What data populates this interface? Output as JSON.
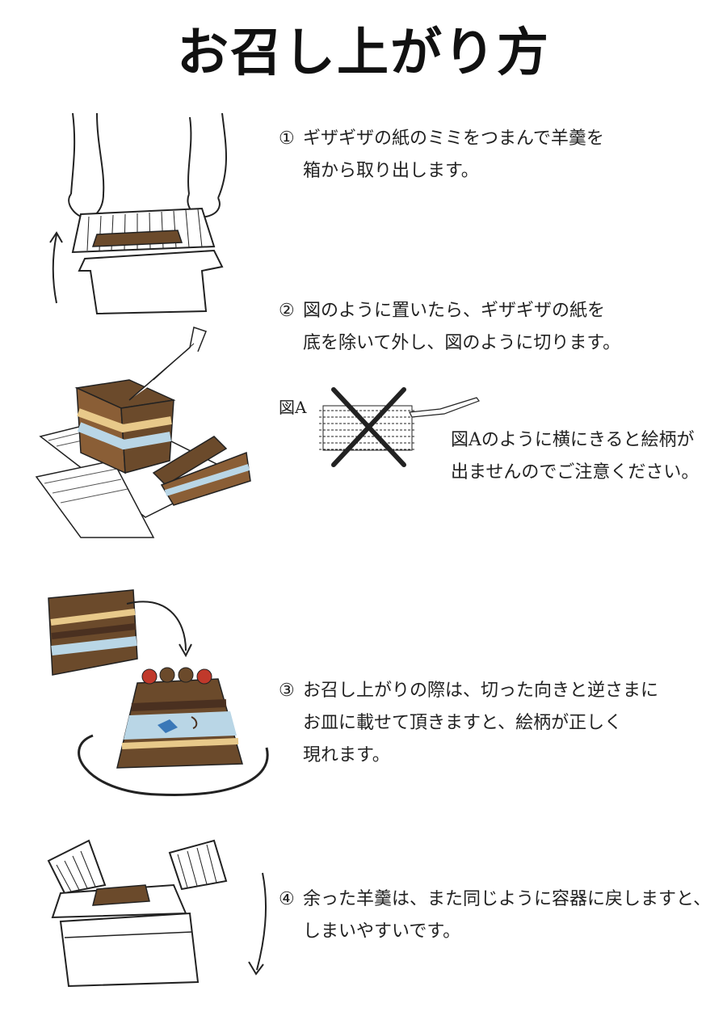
{
  "title": "お召し上がり方",
  "steps": [
    {
      "num": "①",
      "lines": [
        "ギザギザの紙のミミをつまんで羊羹を",
        "箱から取り出します。"
      ]
    },
    {
      "num": "②",
      "lines": [
        "図のように置いたら、ギザギザの紙を",
        "底を除いて外し、図のように切ります。"
      ]
    },
    {
      "num": "③",
      "lines": [
        "お召し上がりの際は、切った向きと逆さまに",
        "お皿に載せて頂きますと、絵柄が正しく",
        "現れます。"
      ]
    },
    {
      "num": "④",
      "lines": [
        "余った羊羹は、また同じように容器に戻しますと、",
        "しまいやすいです。"
      ]
    }
  ],
  "figure_a": {
    "label": "図A",
    "note": [
      "図Aのように横にきると絵柄が",
      "出ませんのでご注意ください。"
    ]
  },
  "colors": {
    "yokan_brown": "#6b4a2b",
    "yokan_dark": "#4a3020",
    "cream": "#e8c98a",
    "light_blue": "#b9d6e6",
    "cherry_red": "#c0392b",
    "ink": "#222222"
  },
  "icons": [
    "hands-lifting-box",
    "yokan-cut-knife",
    "knife-icon",
    "x-cross-icon",
    "flip-arrow-icon",
    "plated-yokan",
    "return-box",
    "down-arrow-icon"
  ]
}
